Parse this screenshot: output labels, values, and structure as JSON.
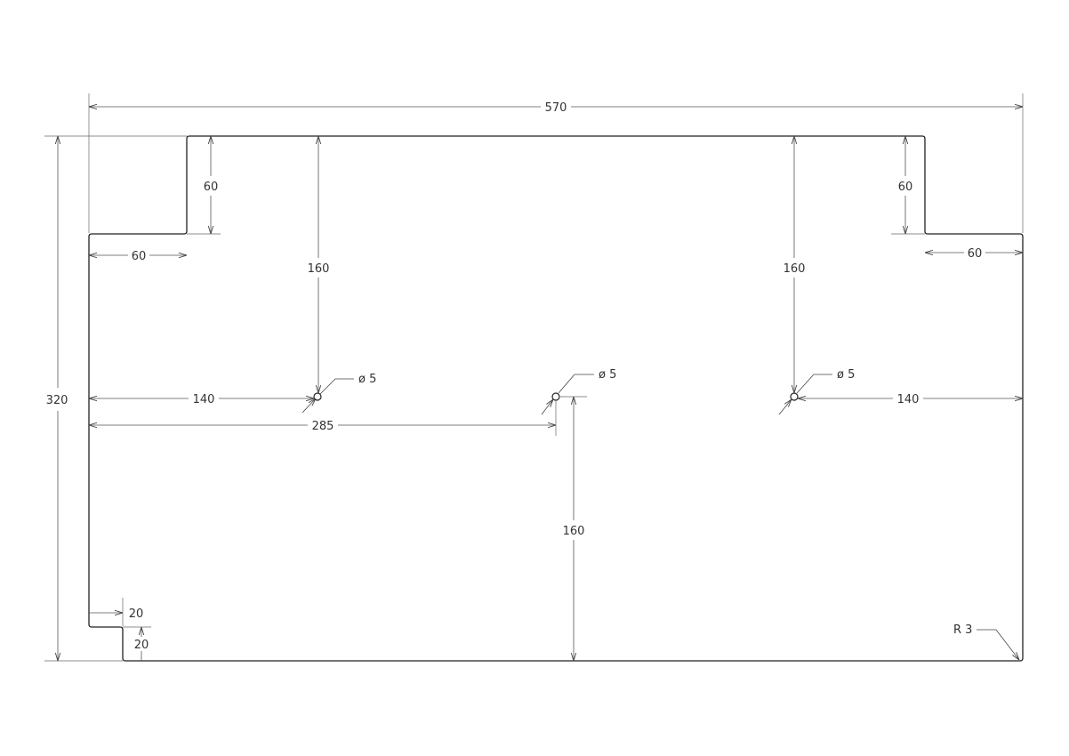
{
  "drawing": {
    "dimensions": {
      "overall_width": "570",
      "overall_height": "320",
      "left_notch_height": "60",
      "left_notch_width": "60",
      "right_notch_height": "60",
      "right_notch_width": "60",
      "left_hole_from_top": "160",
      "right_hole_from_top": "160",
      "left_hole_from_left": "140",
      "right_hole_from_right": "140",
      "center_hole_from_left": "285",
      "center_hole_from_bottom": "160",
      "corner_cut_width": "20",
      "corner_cut_height": "20"
    },
    "holes": {
      "left_diameter": "ø 5",
      "center_diameter": "ø 5",
      "right_diameter": "ø 5"
    },
    "corner_radius": "R 3"
  }
}
